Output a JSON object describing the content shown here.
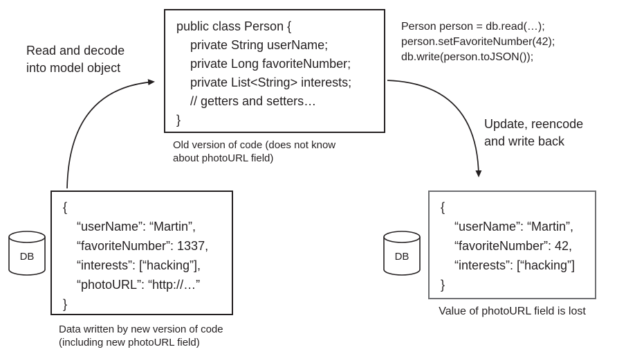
{
  "colors": {
    "ink": "#231f20",
    "gray_border": "#6d6e71",
    "background": "#ffffff"
  },
  "db_label": "DB",
  "labels": {
    "read": [
      "Read and decode",
      "into model object"
    ],
    "write": [
      "Update, reencode",
      "and write back"
    ]
  },
  "class_box": {
    "lines": [
      "public class Person {",
      "private String userName;",
      "private Long favoriteNumber;",
      "private List<String> interests;",
      "// getters and setters…",
      "}"
    ],
    "caption": [
      "Old version of code (does not know",
      "about photoURL field)"
    ]
  },
  "update_code": {
    "lines": [
      "Person person = db.read(…);",
      "person.setFavoriteNumber(42);",
      "db.write(person.toJSON());"
    ]
  },
  "new_data_box": {
    "lines": [
      "{",
      "“userName”: “Martin”,",
      "“favoriteNumber”: 1337,",
      "“interests”: [“hacking”],",
      "“photoURL”: “http://…”",
      "}"
    ],
    "caption": [
      "Data written by new version of code",
      "(including new photoURL field)"
    ]
  },
  "result_box": {
    "lines": [
      "{",
      "“userName”: “Martin”,",
      "“favoriteNumber”: 42,",
      "“interests”: [“hacking”]",
      "}"
    ],
    "caption": [
      "Value of photoURL field is lost"
    ]
  }
}
